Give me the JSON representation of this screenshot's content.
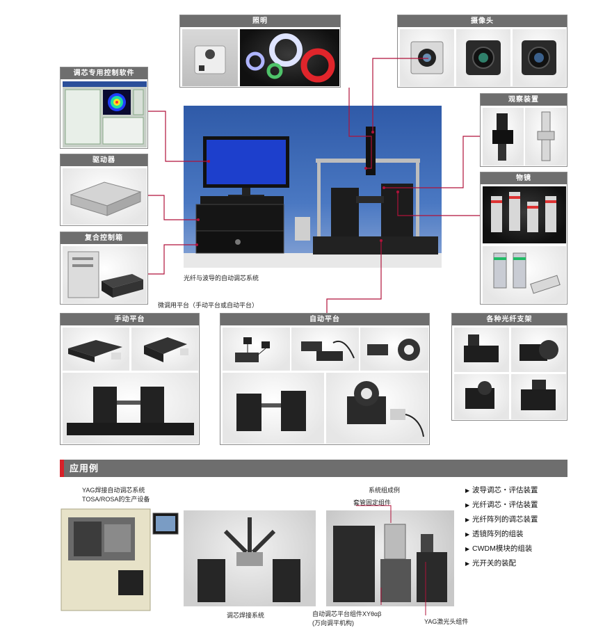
{
  "panels": {
    "lighting": "照明",
    "camera": "摄像头",
    "software": "调芯专用控制软件",
    "observation": "观察装置",
    "driver": "驱动器",
    "objective": "物镜",
    "control_box": "复合控制箱",
    "manual_stage": "手动平台",
    "auto_stage": "自动平台",
    "fiber_holder": "各种光纤支架"
  },
  "captions": {
    "main_system": "光纤与波导的自动调芯系统",
    "fine_stage": "微调用平台（手动平台或自动平台）"
  },
  "applications": {
    "heading": "应用例",
    "yag_title_1": "YAG焊接自动调芯系统",
    "yag_title_2": "TOSA/ROSA的生产设备",
    "welding_caption": "调芯焊接系统",
    "composition_title": "系统组成例",
    "sleeve_label": "套管固定组件",
    "xy_label_1": "自动调芯平台组件XYθαβ",
    "xy_label_2": "(万向调平机构)",
    "yag_head_label": "YAG激光头组件",
    "list": [
      "波导调芯・评估装置",
      "光纤调芯・评估装置",
      "光纤阵列的调芯装置",
      "透镜阵列的组装",
      "CWDM模块的组装",
      "光开关的装配"
    ]
  },
  "colors": {
    "panel_title": "#6e6e6e",
    "connector": "#b0123a",
    "accent": "#d8222a"
  }
}
